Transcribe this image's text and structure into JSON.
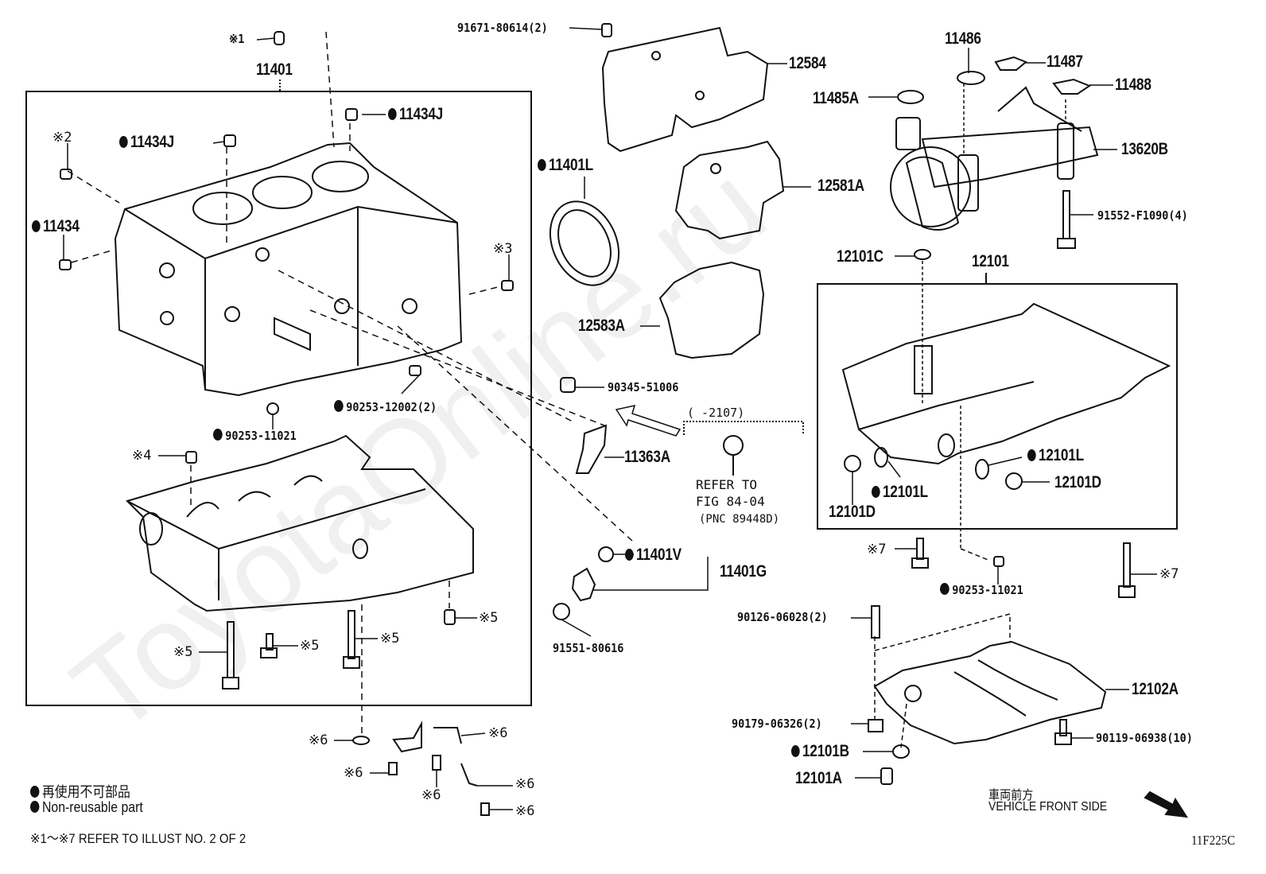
{
  "watermark": "ToyotaOnline.ru",
  "figure_code": "11F225C",
  "legend": {
    "marker_jp": "再使用不可部品",
    "marker_en": "Non-reusable part",
    "refer_note": "※1～※7  REFER TO ILLUST NO. 2 OF 2"
  },
  "front_side": {
    "jp": "車両前方",
    "en": "VEHICLE FRONT SIDE"
  },
  "groups": {
    "block_box_label": "11401",
    "oil_pan_box_label": "12101",
    "sensor_range": "(    -2107)",
    "sensor_refer": [
      "REFER TO",
      "FIG 84-04",
      "(PNC 89448D)"
    ]
  },
  "parts": [
    {
      "id": "p1",
      "label": "※1",
      "non_reusable": false
    },
    {
      "id": "p2",
      "label": "91671-80614(2)",
      "non_reusable": false
    },
    {
      "id": "p3",
      "label": "12584",
      "non_reusable": false
    },
    {
      "id": "p4",
      "label": "11486",
      "non_reusable": false
    },
    {
      "id": "p5",
      "label": "11487",
      "non_reusable": false
    },
    {
      "id": "p6",
      "label": "11488",
      "non_reusable": false
    },
    {
      "id": "p7",
      "label": "11485A",
      "non_reusable": false
    },
    {
      "id": "p8",
      "label": "11434J",
      "non_reusable": true
    },
    {
      "id": "p9",
      "label": "11434J",
      "non_reusable": true
    },
    {
      "id": "p10",
      "label": "※2",
      "non_reusable": false
    },
    {
      "id": "p11",
      "label": "11434",
      "non_reusable": true
    },
    {
      "id": "p12",
      "label": "11401L",
      "non_reusable": true
    },
    {
      "id": "p13",
      "label": "12581A",
      "non_reusable": false
    },
    {
      "id": "p14",
      "label": "13620B",
      "non_reusable": false
    },
    {
      "id": "p15",
      "label": "91552-F1090(4)",
      "non_reusable": false
    },
    {
      "id": "p16",
      "label": "12101C",
      "non_reusable": false
    },
    {
      "id": "p17",
      "label": "※3",
      "non_reusable": false
    },
    {
      "id": "p18",
      "label": "12583A",
      "non_reusable": false
    },
    {
      "id": "p19",
      "label": "90345-51006",
      "non_reusable": false
    },
    {
      "id": "p20",
      "label": "90253-12002(2)",
      "non_reusable": true
    },
    {
      "id": "p21",
      "label": "90253-11021",
      "non_reusable": true
    },
    {
      "id": "p22",
      "label": "11363A",
      "non_reusable": false
    },
    {
      "id": "p23",
      "label": "※4",
      "non_reusable": false
    },
    {
      "id": "p24",
      "label": "12101L",
      "non_reusable": true
    },
    {
      "id": "p25",
      "label": "12101D",
      "non_reusable": false
    },
    {
      "id": "p26",
      "label": "12101L",
      "non_reusable": true
    },
    {
      "id": "p27",
      "label": "12101D",
      "non_reusable": false
    },
    {
      "id": "p28",
      "label": "11401V",
      "non_reusable": true
    },
    {
      "id": "p29",
      "label": "11401G",
      "non_reusable": false
    },
    {
      "id": "p30",
      "label": "91551-80616",
      "non_reusable": false
    },
    {
      "id": "p31",
      "label": "※7",
      "non_reusable": false
    },
    {
      "id": "p32",
      "label": "90253-11021",
      "non_reusable": true
    },
    {
      "id": "p33",
      "label": "※7",
      "non_reusable": false
    },
    {
      "id": "p34",
      "label": "※5",
      "non_reusable": false
    },
    {
      "id": "p35",
      "label": "※5",
      "non_reusable": false
    },
    {
      "id": "p36",
      "label": "※5",
      "non_reusable": false
    },
    {
      "id": "p37",
      "label": "※5",
      "non_reusable": false
    },
    {
      "id": "p38",
      "label": "90126-06028(2)",
      "non_reusable": false
    },
    {
      "id": "p39",
      "label": "12102A",
      "non_reusable": false
    },
    {
      "id": "p40",
      "label": "90179-06326(2)",
      "non_reusable": false
    },
    {
      "id": "p41",
      "label": "90119-06938(10)",
      "non_reusable": false
    },
    {
      "id": "p42",
      "label": "12101B",
      "non_reusable": true
    },
    {
      "id": "p43",
      "label": "12101A",
      "non_reusable": false
    },
    {
      "id": "p44",
      "label": "※6",
      "non_reusable": false
    },
    {
      "id": "p45",
      "label": "※6",
      "non_reusable": false
    },
    {
      "id": "p46",
      "label": "※6",
      "non_reusable": false
    },
    {
      "id": "p47",
      "label": "※6",
      "non_reusable": false
    },
    {
      "id": "p48",
      "label": "※6",
      "non_reusable": false
    },
    {
      "id": "p49",
      "label": "※6",
      "non_reusable": false
    }
  ]
}
